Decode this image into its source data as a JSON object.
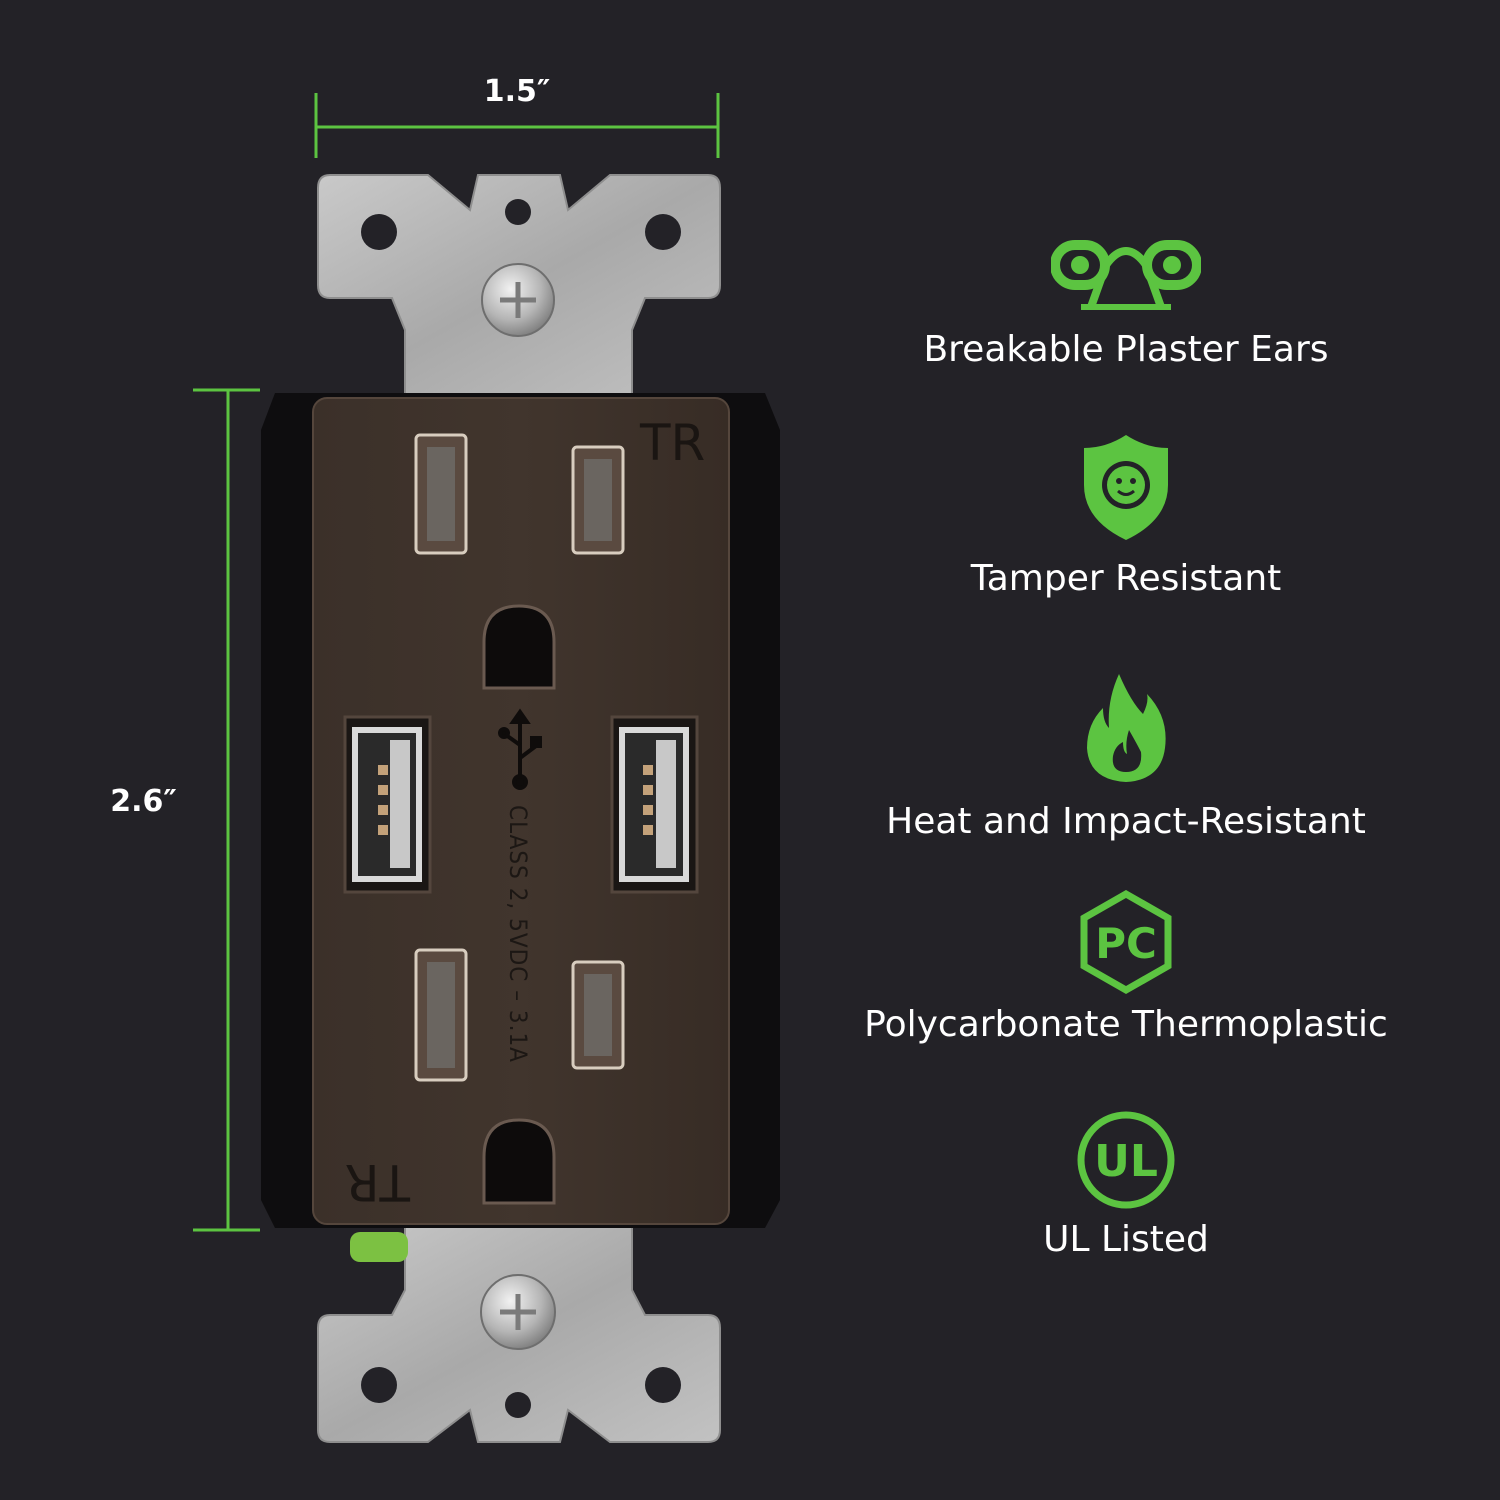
{
  "dimensions": {
    "width_label": "1.5″",
    "height_label": "2.6″"
  },
  "outlet": {
    "tr_top": "TR",
    "tr_bottom": "TR",
    "usb_rating_text": "CLASS 2, 5VDC – 3.1A",
    "face_color": "#3a2f28",
    "strap_color": "#b8b8b8"
  },
  "features": [
    {
      "icon": "plaster-ears-icon",
      "label": "Breakable Plaster Ears"
    },
    {
      "icon": "child-shield-icon",
      "label": "Tamper Resistant"
    },
    {
      "icon": "flame-icon",
      "label": "Heat and Impact-Resistant"
    },
    {
      "icon": "pc-hexagon-icon",
      "label": "Polycarbonate Thermoplastic"
    },
    {
      "icon": "ul-logo-icon",
      "label": "UL Listed"
    }
  ],
  "colors": {
    "background": "#232227",
    "accent_green": "#5cc441",
    "text": "#ffffff"
  }
}
